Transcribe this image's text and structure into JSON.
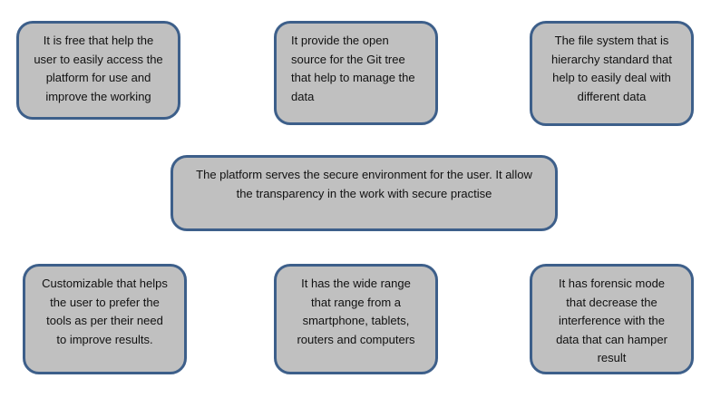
{
  "nodes": [
    {
      "text": "It is free that help the\nuser to easily access the\nplatform for use and\nimprove the working"
    },
    {
      "text": "It provide the open\nsource for the Git tree\nthat help to manage the\ndata"
    },
    {
      "text": "The file system that is\nhierarchy standard that\nhelp to easily deal with\ndifferent data"
    },
    {
      "text": "The platform serves the secure environment for the user. It allow\nthe transparency in the work with secure practise"
    },
    {
      "text": "Customizable that helps\nthe user to prefer the\ntools as per their need\nto improve results."
    },
    {
      "text": "It has the wide range\nthat range from a\nsmartphone, tablets,\nrouters and computers"
    },
    {
      "text": "It has forensic mode\nthat decrease the\ninterference with the\ndata that can hamper\nresult"
    }
  ],
  "colors": {
    "node_fill": "#c0c0c0",
    "node_border": "#3d5f8a",
    "text": "#111111"
  }
}
